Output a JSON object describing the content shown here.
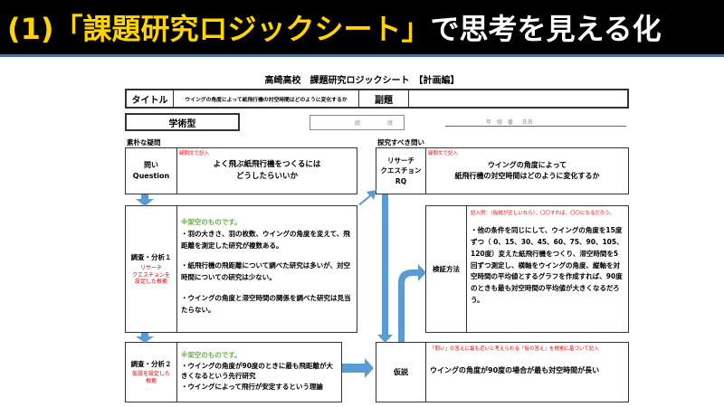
{
  "header": {
    "title_yellow": "(1)「課題研究ロジックシート」",
    "title_white": "で思考を見える化"
  },
  "doc": {
    "title": "高崎高校　課題研究ロジックシート　【計画編】"
  },
  "title_row": {
    "label": "タイトル",
    "value": "ウイングの角度によって紙飛行機の対空時間はどのように変化するか",
    "subtitle_label": "副題",
    "subtitle_value": ""
  },
  "type_box": "学術型",
  "class_box": {
    "kumi": "組",
    "han": "班"
  },
  "name_line": "年　組　番 氏名",
  "sections": {
    "naive": "素朴な疑問",
    "inquiry": "探究すべき問い"
  },
  "question": {
    "label1": "問い",
    "label2": "Question",
    "note": "疑問文で記入",
    "line1": "よく飛ぶ紙飛行機をつくるには",
    "line2": "どうしたらいいか"
  },
  "rq": {
    "label1": "リサーチ",
    "label2": "クエスチョン",
    "label3": "RQ",
    "note": "疑問文で記入",
    "line1": "ウイングの角度によって",
    "line2": "紙飛行機の対空時間はどのように変化するか"
  },
  "research1": {
    "label": "調査・分析１",
    "sub1": "リサーチ",
    "sub2": "クエスチョンを",
    "sub3": "設定した根拠",
    "fiction": "※架空のものです。",
    "p1": "・羽の大きさ、羽の枚数、ウイングの角度を変えて、飛距離を測定した研究が複数ある。",
    "p2": "・紙飛行機の飛距離について調べた研究は多いが、対空時間についての研究は少ない。",
    "p3": "・ウイングの角度と滞空時間の関係を調べた研究は見当たらない。"
  },
  "method": {
    "label": "検証方法",
    "note": "記入例：（仮説が正しいなら）、〇〇すれば、〇〇になるだろう。",
    "text": "・他の条件を同じにして、ウイングの角度を15度ずつ（ 0、15、30、45、60、75、90、105、120度）変えた紙飛行機をつくり、滞空時間を5回ずつ測定し、横軸をウイングの角度、縦軸を対空時間の平均値とするグラフを作成すれば、90度のときも最も対空時間の平均値が大きくなるだろう。"
  },
  "research2": {
    "label": "調査・分析２",
    "sub1": "仮説を設定した",
    "sub2": "根拠",
    "fiction": "※架空のものです。",
    "p1": "・ウイングの角度が90度のときに最も飛距離が大きくなるという先行研究",
    "p2": "・ウイングによって飛行が安定するという理論"
  },
  "hypothesis": {
    "label": "仮説",
    "note": "「問い」の答えに最も近いと考えられる「仮の答え」を根拠に基づいて記入",
    "text": "ウイングの角度が90度の場合が最も対空時間が長い"
  },
  "colors": {
    "arrow": "#5b9bd5",
    "header_yellow": "#ffd400"
  }
}
